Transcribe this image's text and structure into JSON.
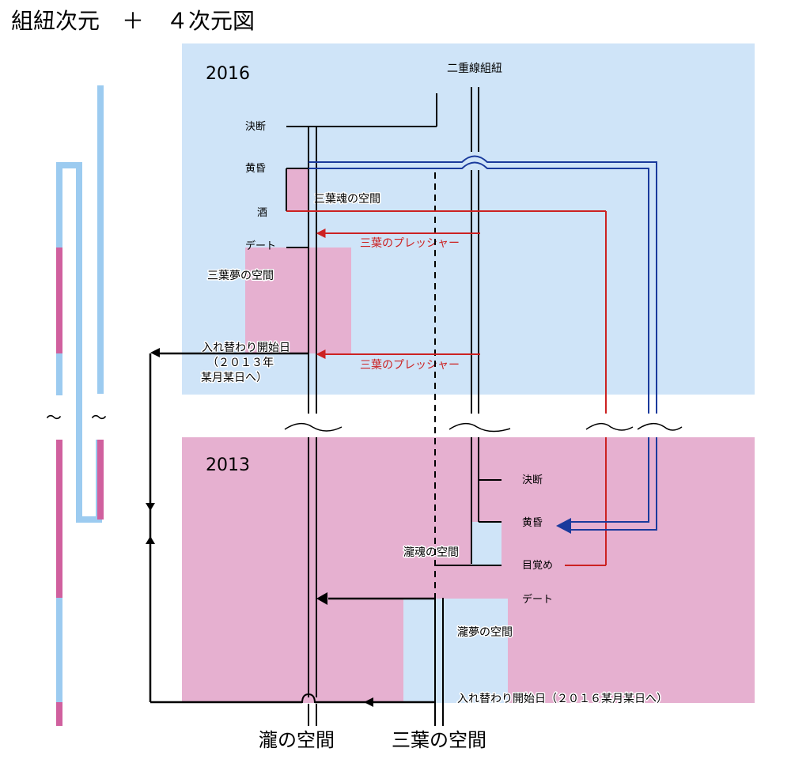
{
  "title": "組紐次元　＋　４次元図",
  "top_panel": {
    "year": "2016",
    "braid_label": "二重線組紐",
    "events": [
      "決断",
      "黄昏",
      "酒",
      "デート"
    ],
    "soul_space": "三葉魂の空間",
    "dream_space": "三葉夢の空間",
    "pressure_1": "三葉のプレッシャー",
    "pressure_2": "三葉のプレッシャー",
    "swap_start_lines": [
      "入れ替わり開始日",
      "（２０１３年",
      "某月某日へ）"
    ]
  },
  "bottom_panel": {
    "year": "2013",
    "events": [
      "決断",
      "黄昏",
      "目覚め",
      "デート"
    ],
    "soul_space": "瀧魂の空間",
    "dream_space": "瀧夢の空間",
    "swap_start": "入れ替わり開始日（２０１６某月某日へ）"
  },
  "bottom_labels": {
    "taki_space": "瀧の空間",
    "mitsuha_space": "三葉の空間"
  },
  "break_marks": [
    "〜",
    "〜"
  ],
  "colors": {
    "light_blue": "#cfe4f8",
    "pink": "#e6b0d0",
    "strip_blue": "#9ccbf0",
    "strip_pink": "#d0609e",
    "red": "#cc2222",
    "navy": "#1a3a9c"
  }
}
